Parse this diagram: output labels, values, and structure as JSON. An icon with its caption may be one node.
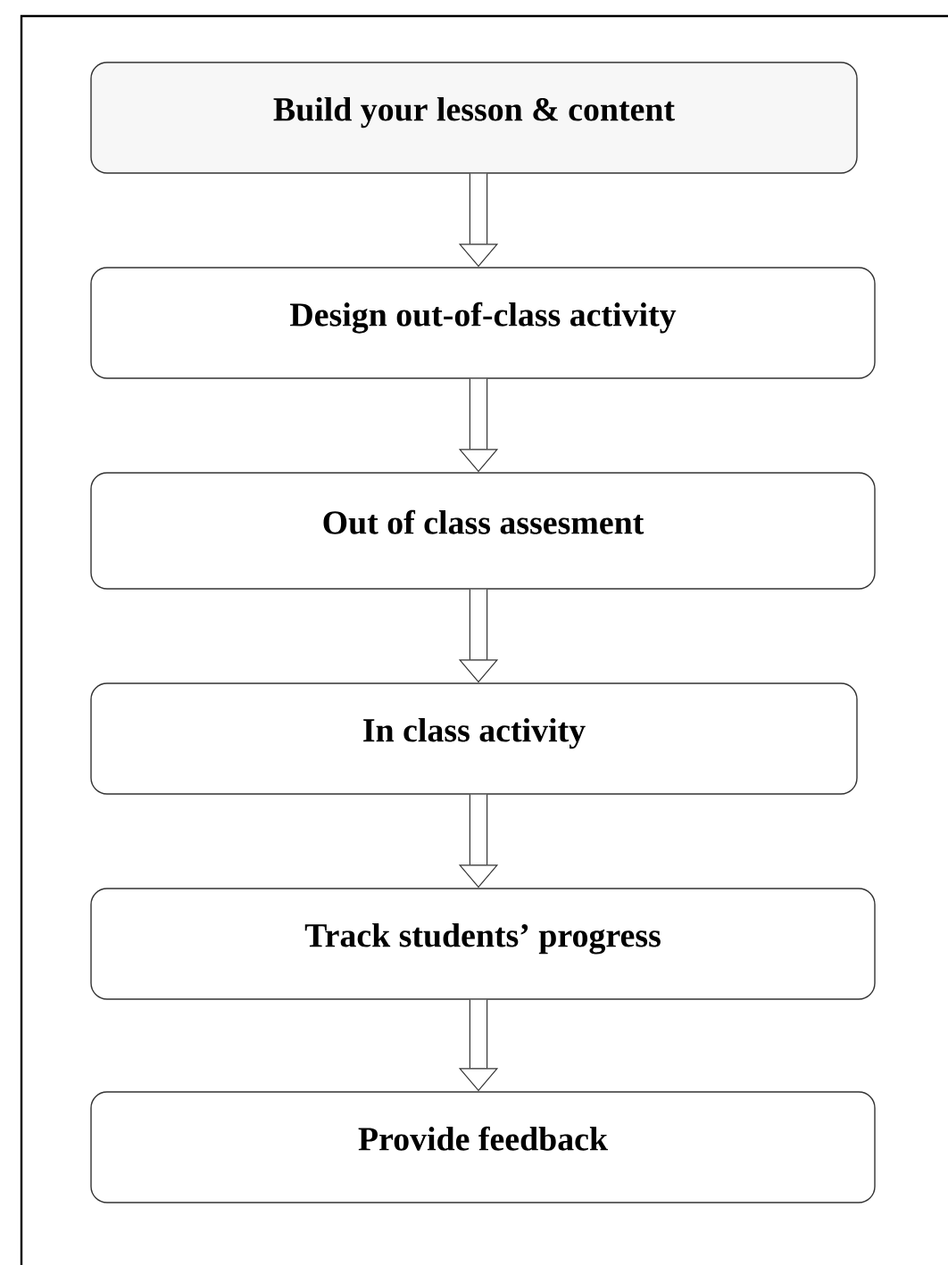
{
  "diagram": {
    "nodes": [
      {
        "text": [
          "Build your lesson & content"
        ]
      },
      {
        "text": [
          "Design out-of-class activity"
        ]
      },
      {
        "text": [
          "Out of class assesment"
        ]
      },
      {
        "text": [
          "In class activity"
        ]
      },
      {
        "text": [
          "Track students’ progress"
        ]
      },
      {
        "text": [
          "Provide feedback"
        ]
      }
    ],
    "edges": [
      {
        "from": 0,
        "to": 1,
        "arrow": "to"
      },
      {
        "from": 1,
        "to": 2,
        "arrow": "to"
      },
      {
        "from": 2,
        "to": 3,
        "arrow": "to"
      },
      {
        "from": 3,
        "to": 4,
        "arrow": "to"
      },
      {
        "from": 4,
        "to": 5,
        "arrow": "to"
      }
    ]
  }
}
